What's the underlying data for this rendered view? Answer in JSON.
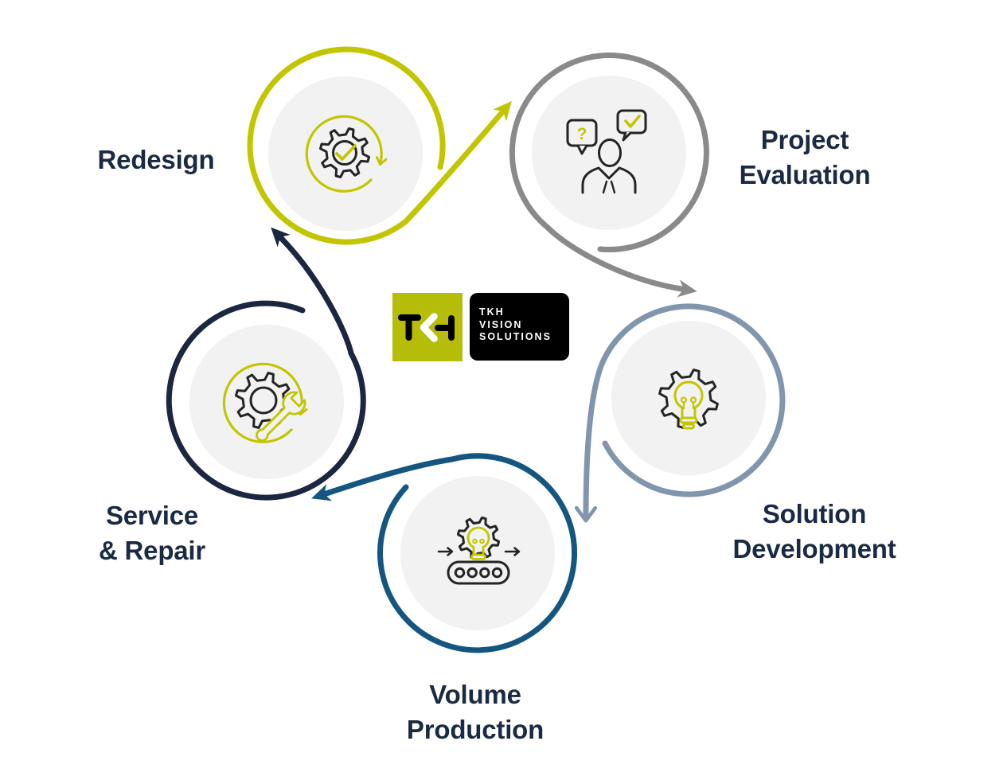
{
  "diagram": {
    "type": "circular-process-flow",
    "background": "#ffffff",
    "icon_bg": "#f2f2f2",
    "icon_dark": "#242424",
    "accent_yellow": "#c2c600",
    "label_color": "#1b2a43",
    "stages": [
      {
        "label": "Redesign",
        "color": "#c2c600",
        "icon": "gear-check-refresh-icon"
      },
      {
        "label": "Project\nEvaluation",
        "color": "#8a8a8c",
        "icon": "person-question-check-icon"
      },
      {
        "label": "Solution\nDevelopment",
        "color": "#8196ad",
        "icon": "gear-lightbulb-icon"
      },
      {
        "label": "Volume\nProduction",
        "color": "#145680",
        "icon": "lightbulb-conveyor-icon"
      },
      {
        "label": "Service\n& Repair",
        "color": "#1b2740",
        "icon": "gear-wrench-refresh-icon"
      }
    ],
    "icon_glyphs": {
      "question_mark": "?"
    },
    "logo": {
      "mark": "TKH",
      "line1": "TKH",
      "line2": "VISION",
      "line3": "SOLUTIONS",
      "square_color": "#b6bd09",
      "box_color": "#000000"
    }
  }
}
